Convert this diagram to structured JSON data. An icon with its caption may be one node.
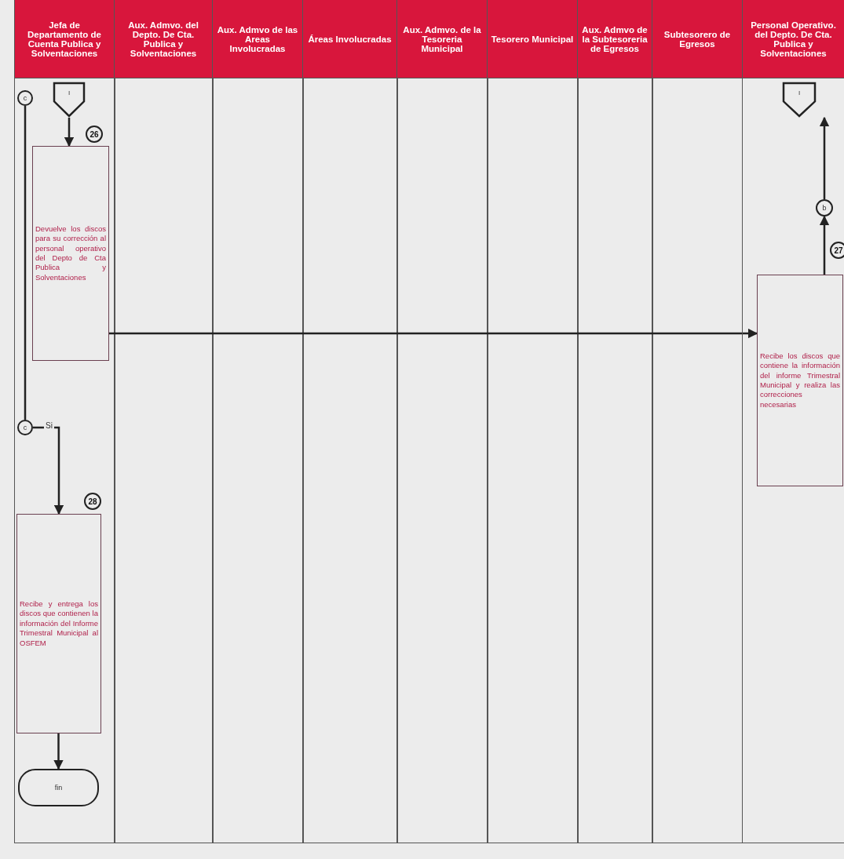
{
  "diagram": {
    "nodes": [
      {
        "text": [
          "Jefa de Departamento de Cuenta Publica y Solventaciones"
        ]
      },
      {
        "text": [
          "Aux. Admvo. del Depto. De Cta. Publica y Solventaciones"
        ]
      },
      {
        "text": [
          "Aux. Admvo de las Areas Involucradas"
        ]
      },
      {
        "text": [
          "Áreas Involucradas"
        ]
      },
      {
        "text": [
          "Aux. Admvo. de la Tesoreria Municipal"
        ]
      },
      {
        "text": [
          "Tesorero Municipal"
        ]
      },
      {
        "text": [
          "Aux. Admvo de la Subtesoreria de Egresos"
        ]
      },
      {
        "text": [
          "Subtesorero de Egresos"
        ]
      },
      {
        "text": [
          "Personal Operativo. del Depto. De Cta. Publica y Solventaciones"
        ]
      },
      {
        "text": [
          "c"
        ],
        "in": 0
      },
      {
        "text": [
          "I"
        ],
        "in": 0
      },
      {
        "text": [
          "Devuelve los discos para su corrección al personal operativo del Depto de Cta Publica y Solventaciones"
        ],
        "beside": [
          "26"
        ],
        "in": 0
      },
      {
        "text": [
          "c"
        ],
        "in": 0
      },
      {
        "text": [
          "Recibe y entrega los discos que contienen la información del Informe Trimestral Municipal al OSFEM"
        ],
        "beside": [
          "28"
        ],
        "in": 0
      },
      {
        "text": [
          "fin"
        ],
        "in": 0
      },
      {
        "text": [
          "I"
        ],
        "in": 8
      },
      {
        "text": [
          "b"
        ],
        "in": 8
      },
      {
        "text": [
          "Recibe los discos que contiene la información del informe Trimestral Municipal y realiza las correcciones necesarias"
        ],
        "beside": [
          "27"
        ],
        "in": 8
      }
    ],
    "edges": [
      {
        "from": 10,
        "to": 11,
        "arrow": "to"
      },
      {
        "from": 11,
        "to": 17,
        "arrow": "to"
      },
      {
        "from": 17,
        "to": 16,
        "arrow": "to"
      },
      {
        "from": 16,
        "to": 15,
        "arrow": "to"
      },
      {
        "from": 12,
        "to": 9,
        "arrow": "none"
      },
      {
        "from": 12,
        "to": 13,
        "label": "Si",
        "arrow": "to"
      },
      {
        "from": 13,
        "to": 14,
        "arrow": "to"
      }
    ]
  }
}
